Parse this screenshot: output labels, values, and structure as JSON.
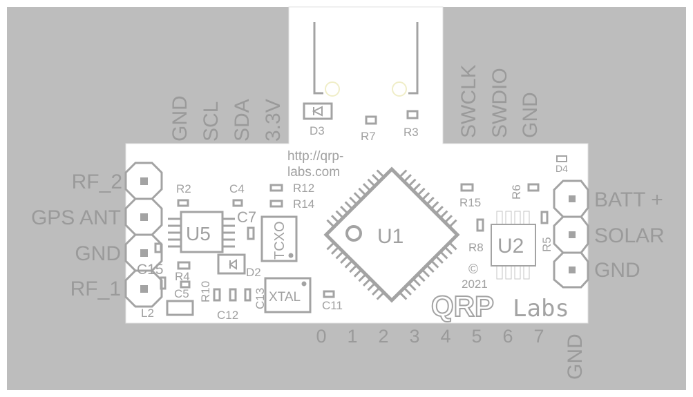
{
  "colors": {
    "background": "#bdbdbd",
    "board": "#ffffff",
    "silkscreen": "#a3a3a3"
  },
  "top_header": [
    "GND",
    "SCL",
    "SDA",
    "3.3V"
  ],
  "debug_header": [
    "SWCLK",
    "SWDIO",
    "GND"
  ],
  "left_header": [
    "RF_2",
    "GPS ANT",
    "GND",
    "RF_1"
  ],
  "right_header": [
    "BATT +",
    "SOLAR",
    "GND"
  ],
  "bottom_pins": [
    "0",
    "1",
    "2",
    "3",
    "4",
    "5",
    "6",
    "7"
  ],
  "bottom_gnd": "GND",
  "url": [
    "http://qrp-",
    "labs.com"
  ],
  "copyright": {
    "symbol": "©",
    "year": "2021"
  },
  "logo": {
    "left": "QRP",
    "right": "Labs"
  },
  "components": {
    "U1": "U1",
    "U2": "U2",
    "U5": "U5",
    "TCXO": "TCXO",
    "XTAL": "XTAL",
    "D2": "D2",
    "D3": "D3",
    "D4": "D4",
    "R2": "R2",
    "R3": "R3",
    "R4": "R4",
    "R5": "R5",
    "R6": "R6",
    "R7": "R7",
    "R8": "R8",
    "R10": "R10",
    "R12": "R12",
    "R14": "R14",
    "R15": "R15",
    "C4": "C4",
    "C5": "C5",
    "C7": "C7",
    "C11": "C11",
    "C12": "C12",
    "C13": "C13",
    "C15": "C15",
    "L2": "L2"
  }
}
